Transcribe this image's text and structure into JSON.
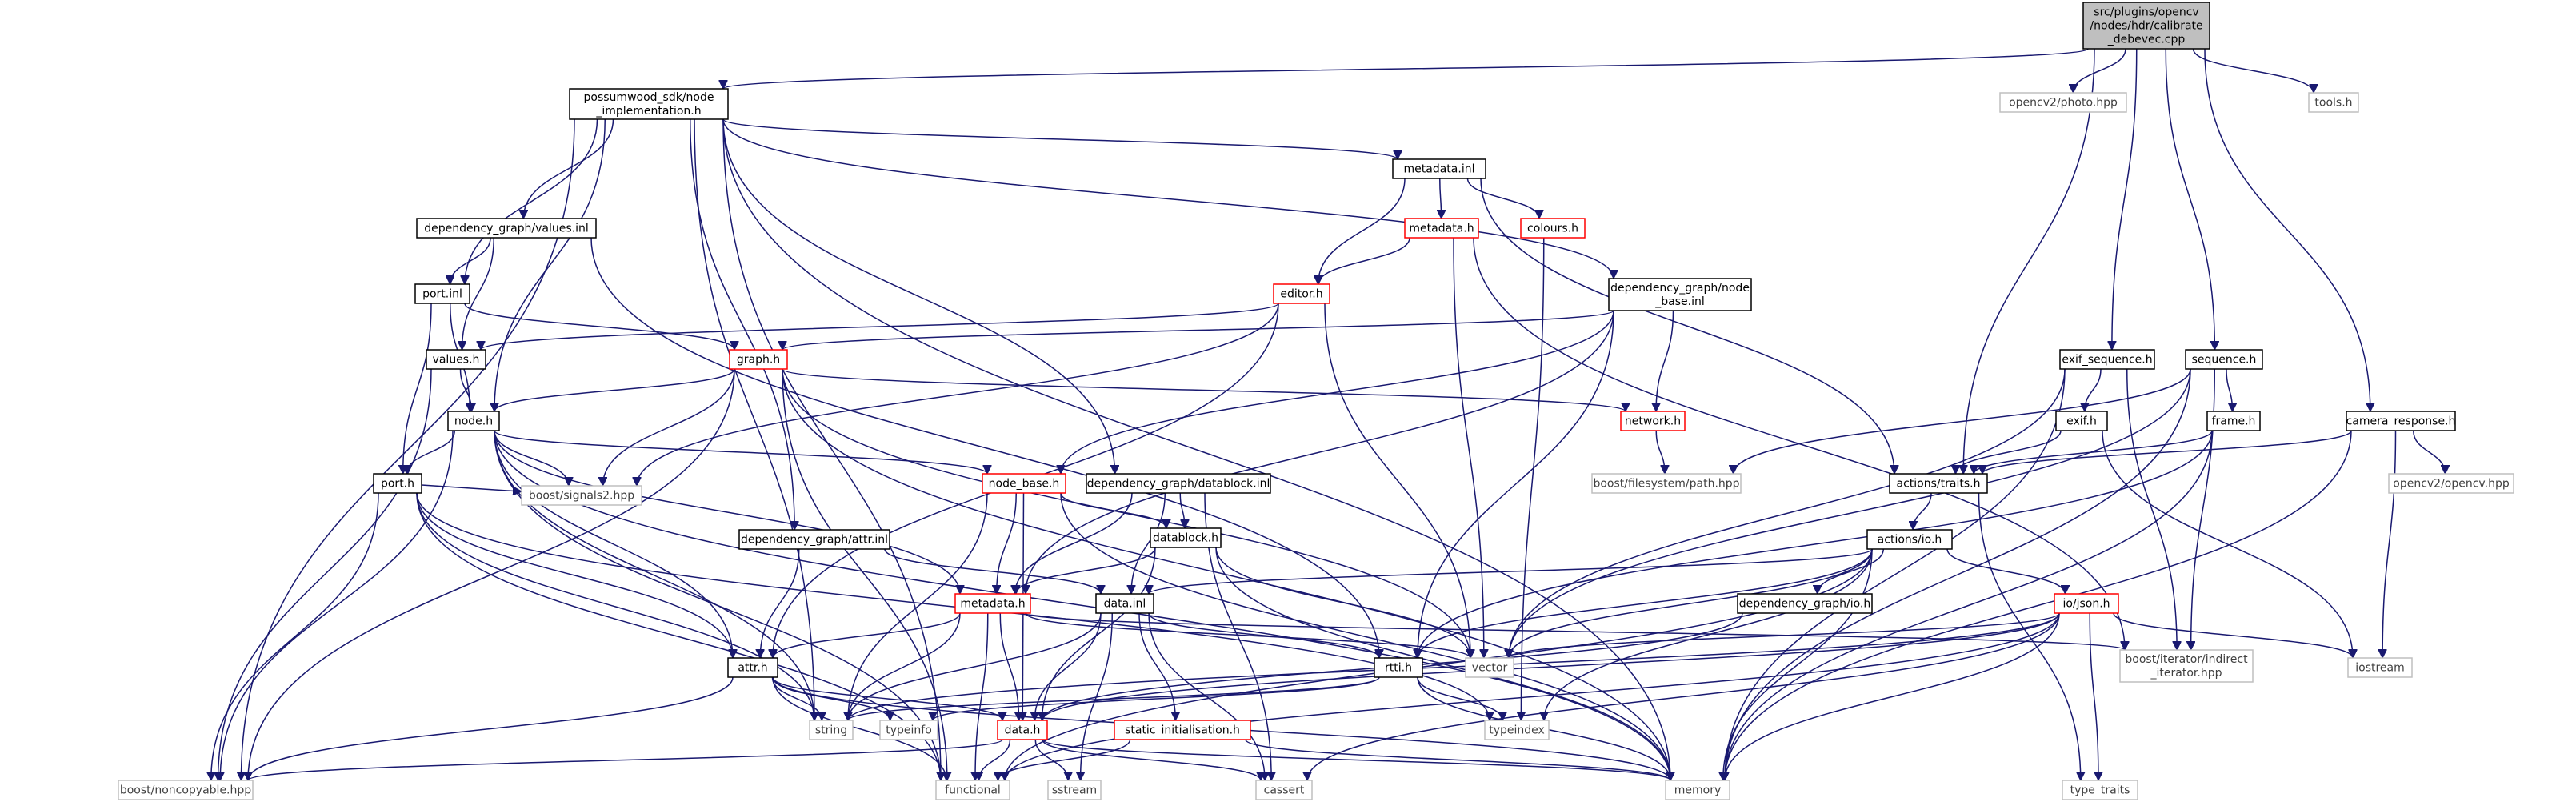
{
  "diagram": {
    "type": "include-dependency-graph",
    "colors": {
      "edge": "#191970",
      "root_fill": "#bfbfbf",
      "root_border": "#000000",
      "documented_border": "#000000",
      "truncated_border": "#ff0000",
      "external_border": "#bfbfbf",
      "external_text": "#404040",
      "text": "#000000",
      "background": "#ffffff"
    },
    "nodes": [
      {
        "id": "root",
        "kind": "root",
        "lines": [
          "src/plugins/opencv",
          "/nodes/hdr/calibrate",
          "_debevec.cpp"
        ]
      },
      {
        "id": "node_impl",
        "kind": "documented",
        "lines": [
          "possumwood_sdk/node",
          "_implementation.h"
        ]
      },
      {
        "id": "photo_hpp",
        "kind": "external",
        "lines": [
          "opencv2/photo.hpp"
        ]
      },
      {
        "id": "tools_h",
        "kind": "external",
        "lines": [
          "tools.h"
        ]
      },
      {
        "id": "metadata_inl",
        "kind": "documented",
        "lines": [
          "metadata.inl"
        ]
      },
      {
        "id": "dg_values_inl",
        "kind": "documented",
        "lines": [
          "dependency_graph/values.inl"
        ]
      },
      {
        "id": "metadata_h_top",
        "kind": "truncated",
        "lines": [
          "metadata.h"
        ]
      },
      {
        "id": "colours_h",
        "kind": "truncated",
        "lines": [
          "colours.h"
        ]
      },
      {
        "id": "port_inl",
        "kind": "documented",
        "lines": [
          "port.inl"
        ]
      },
      {
        "id": "editor_h",
        "kind": "truncated",
        "lines": [
          "editor.h"
        ]
      },
      {
        "id": "dg_node_base_inl",
        "kind": "documented",
        "lines": [
          "dependency_graph/node",
          "_base.inl"
        ]
      },
      {
        "id": "values_h",
        "kind": "documented",
        "lines": [
          "values.h"
        ]
      },
      {
        "id": "graph_h",
        "kind": "truncated",
        "lines": [
          "graph.h"
        ]
      },
      {
        "id": "exif_sequence_h",
        "kind": "documented",
        "lines": [
          "exif_sequence.h"
        ]
      },
      {
        "id": "sequence_h",
        "kind": "documented",
        "lines": [
          "sequence.h"
        ]
      },
      {
        "id": "node_h",
        "kind": "documented",
        "lines": [
          "node.h"
        ]
      },
      {
        "id": "network_h",
        "kind": "truncated",
        "lines": [
          "network.h"
        ]
      },
      {
        "id": "exif_h",
        "kind": "documented",
        "lines": [
          "exif.h"
        ]
      },
      {
        "id": "frame_h",
        "kind": "documented",
        "lines": [
          "frame.h"
        ]
      },
      {
        "id": "camera_response_h",
        "kind": "documented",
        "lines": [
          "camera_response.h"
        ]
      },
      {
        "id": "port_h",
        "kind": "documented",
        "lines": [
          "port.h"
        ]
      },
      {
        "id": "node_base_h",
        "kind": "truncated",
        "lines": [
          "node_base.h"
        ]
      },
      {
        "id": "dg_datablock_inl",
        "kind": "documented",
        "lines": [
          "dependency_graph/datablock.inl"
        ]
      },
      {
        "id": "fs_path_hpp",
        "kind": "external",
        "lines": [
          "boost/filesystem/path.hpp"
        ]
      },
      {
        "id": "actions_traits_h",
        "kind": "documented",
        "lines": [
          "actions/traits.h"
        ]
      },
      {
        "id": "opencv_hpp",
        "kind": "external",
        "lines": [
          "opencv2/opencv.hpp"
        ]
      },
      {
        "id": "signals2_hpp",
        "kind": "external",
        "lines": [
          "boost/signals2.hpp"
        ]
      },
      {
        "id": "datablock_h",
        "kind": "documented",
        "lines": [
          "datablock.h"
        ]
      },
      {
        "id": "dg_attr_inl",
        "kind": "documented",
        "lines": [
          "dependency_graph/attr.inl"
        ]
      },
      {
        "id": "actions_io_h",
        "kind": "documented",
        "lines": [
          "actions/io.h"
        ]
      },
      {
        "id": "metadata_h",
        "kind": "truncated",
        "lines": [
          "metadata.h"
        ]
      },
      {
        "id": "data_inl",
        "kind": "documented",
        "lines": [
          "data.inl"
        ]
      },
      {
        "id": "dg_io_h",
        "kind": "documented",
        "lines": [
          "dependency_graph/io.h"
        ]
      },
      {
        "id": "io_json_h",
        "kind": "truncated",
        "lines": [
          "io/json.h"
        ]
      },
      {
        "id": "attr_h",
        "kind": "documented",
        "lines": [
          "attr.h"
        ]
      },
      {
        "id": "rtti_h",
        "kind": "documented",
        "lines": [
          "rtti.h"
        ]
      },
      {
        "id": "vector",
        "kind": "external",
        "lines": [
          "vector"
        ]
      },
      {
        "id": "indirect_iterator",
        "kind": "external",
        "lines": [
          "boost/iterator/indirect",
          "_iterator.hpp"
        ]
      },
      {
        "id": "iostream",
        "kind": "external",
        "lines": [
          "iostream"
        ]
      },
      {
        "id": "string",
        "kind": "external",
        "lines": [
          "string"
        ]
      },
      {
        "id": "typeinfo",
        "kind": "external",
        "lines": [
          "typeinfo"
        ]
      },
      {
        "id": "data_h",
        "kind": "truncated",
        "lines": [
          "data.h"
        ]
      },
      {
        "id": "typeindex",
        "kind": "external",
        "lines": [
          "typeindex"
        ]
      },
      {
        "id": "static_init_h",
        "kind": "truncated",
        "lines": [
          "static_initialisation.h"
        ]
      },
      {
        "id": "noncopyable_hpp",
        "kind": "external",
        "lines": [
          "boost/noncopyable.hpp"
        ]
      },
      {
        "id": "functional",
        "kind": "external",
        "lines": [
          "functional"
        ]
      },
      {
        "id": "sstream",
        "kind": "external",
        "lines": [
          "sstream"
        ]
      },
      {
        "id": "cassert",
        "kind": "external",
        "lines": [
          "cassert"
        ]
      },
      {
        "id": "memory",
        "kind": "external",
        "lines": [
          "memory"
        ]
      },
      {
        "id": "type_traits",
        "kind": "external",
        "lines": [
          "type_traits"
        ]
      }
    ],
    "edges": [
      [
        "root",
        "node_impl"
      ],
      [
        "root",
        "photo_hpp"
      ],
      [
        "root",
        "tools_h"
      ],
      [
        "root",
        "exif_sequence_h"
      ],
      [
        "root",
        "sequence_h"
      ],
      [
        "root",
        "camera_response_h"
      ],
      [
        "root",
        "actions_traits_h"
      ],
      [
        "node_impl",
        "metadata_inl"
      ],
      [
        "node_impl",
        "dg_values_inl"
      ],
      [
        "node_impl",
        "port_inl"
      ],
      [
        "node_impl",
        "dg_node_base_inl"
      ],
      [
        "node_impl",
        "node_h"
      ],
      [
        "node_impl",
        "dg_datablock_inl"
      ],
      [
        "node_impl",
        "dg_attr_inl"
      ],
      [
        "node_impl",
        "noncopyable_hpp"
      ],
      [
        "node_impl",
        "functional"
      ],
      [
        "node_impl",
        "string"
      ],
      [
        "node_impl",
        "memory"
      ],
      [
        "metadata_inl",
        "metadata_h_top"
      ],
      [
        "metadata_inl",
        "colours_h"
      ],
      [
        "metadata_inl",
        "editor_h"
      ],
      [
        "metadata_inl",
        "actions_traits_h"
      ],
      [
        "metadata_h_top",
        "editor_h"
      ],
      [
        "metadata_h_top",
        "vector"
      ],
      [
        "metadata_h_top",
        "indirect_iterator"
      ],
      [
        "colours_h",
        "typeindex"
      ],
      [
        "dg_values_inl",
        "port_inl"
      ],
      [
        "dg_values_inl",
        "values_h"
      ],
      [
        "dg_values_inl",
        "rtti_h"
      ],
      [
        "port_inl",
        "graph_h"
      ],
      [
        "port_inl",
        "node_h"
      ],
      [
        "port_inl",
        "port_h"
      ],
      [
        "editor_h",
        "values_h"
      ],
      [
        "editor_h",
        "signals2_hpp"
      ],
      [
        "editor_h",
        "attr_h"
      ],
      [
        "editor_h",
        "vector"
      ],
      [
        "dg_node_base_inl",
        "graph_h"
      ],
      [
        "dg_node_base_inl",
        "network_h"
      ],
      [
        "dg_node_base_inl",
        "node_base_h"
      ],
      [
        "dg_node_base_inl",
        "metadata_h"
      ],
      [
        "dg_node_base_inl",
        "rtti_h"
      ],
      [
        "values_h",
        "node_h"
      ],
      [
        "values_h",
        "noncopyable_hpp"
      ],
      [
        "graph_h",
        "node_h"
      ],
      [
        "graph_h",
        "network_h"
      ],
      [
        "graph_h",
        "signals2_hpp"
      ],
      [
        "graph_h",
        "vector"
      ],
      [
        "graph_h",
        "noncopyable_hpp"
      ],
      [
        "graph_h",
        "functional"
      ],
      [
        "graph_h",
        "memory"
      ],
      [
        "network_h",
        "fs_path_hpp"
      ],
      [
        "node_h",
        "port_h"
      ],
      [
        "node_h",
        "node_base_h"
      ],
      [
        "node_h",
        "signals2_hpp"
      ],
      [
        "node_h",
        "metadata_h"
      ],
      [
        "node_h",
        "attr_h"
      ],
      [
        "node_h",
        "noncopyable_hpp"
      ],
      [
        "node_h",
        "functional"
      ],
      [
        "node_h",
        "memory"
      ],
      [
        "node_h",
        "string"
      ],
      [
        "port_h",
        "signals2_hpp"
      ],
      [
        "port_h",
        "attr_h"
      ],
      [
        "port_h",
        "noncopyable_hpp"
      ],
      [
        "port_h",
        "string"
      ],
      [
        "port_h",
        "typeindex"
      ],
      [
        "port_h",
        "functional"
      ],
      [
        "node_base_h",
        "datablock_h"
      ],
      [
        "node_base_h",
        "metadata_h"
      ],
      [
        "node_base_h",
        "data_h"
      ],
      [
        "node_base_h",
        "string"
      ],
      [
        "node_base_h",
        "memory"
      ],
      [
        "dg_datablock_inl",
        "datablock_h"
      ],
      [
        "dg_datablock_inl",
        "data_inl"
      ],
      [
        "dg_datablock_inl",
        "metadata_h"
      ],
      [
        "dg_datablock_inl",
        "cassert"
      ],
      [
        "dg_attr_inl",
        "attr_h"
      ],
      [
        "dg_attr_inl",
        "data_inl"
      ],
      [
        "datablock_h",
        "metadata_h"
      ],
      [
        "datablock_h",
        "data_h"
      ],
      [
        "datablock_h",
        "vector"
      ],
      [
        "datablock_h",
        "memory"
      ],
      [
        "metadata_h",
        "attr_h"
      ],
      [
        "metadata_h",
        "data_h"
      ],
      [
        "metadata_h",
        "vector"
      ],
      [
        "metadata_h",
        "string"
      ],
      [
        "metadata_h",
        "indirect_iterator"
      ],
      [
        "metadata_h",
        "functional"
      ],
      [
        "data_inl",
        "data_h"
      ],
      [
        "data_inl",
        "rtti_h"
      ],
      [
        "data_inl",
        "static_init_h"
      ],
      [
        "data_inl",
        "cassert"
      ],
      [
        "data_inl",
        "sstream"
      ],
      [
        "data_inl",
        "string"
      ],
      [
        "attr_h",
        "data_h"
      ],
      [
        "attr_h",
        "string"
      ],
      [
        "attr_h",
        "typeinfo"
      ],
      [
        "attr_h",
        "noncopyable_hpp"
      ],
      [
        "attr_h",
        "memory"
      ],
      [
        "attr_h",
        "functional"
      ],
      [
        "rtti_h",
        "string"
      ],
      [
        "rtti_h",
        "typeinfo"
      ],
      [
        "rtti_h",
        "typeindex"
      ],
      [
        "rtti_h",
        "memory"
      ],
      [
        "data_h",
        "functional"
      ],
      [
        "data_h",
        "memory"
      ],
      [
        "data_h",
        "noncopyable_hpp"
      ],
      [
        "data_h",
        "sstream"
      ],
      [
        "data_h",
        "cassert"
      ],
      [
        "static_init_h",
        "functional"
      ],
      [
        "static_init_h",
        "memory"
      ],
      [
        "exif_sequence_h",
        "exif_h"
      ],
      [
        "exif_sequence_h",
        "indirect_iterator"
      ],
      [
        "exif_sequence_h",
        "vector"
      ],
      [
        "exif_sequence_h",
        "memory"
      ],
      [
        "exif_h",
        "actions_traits_h"
      ],
      [
        "exif_h",
        "iostream"
      ],
      [
        "sequence_h",
        "frame_h"
      ],
      [
        "sequence_h",
        "fs_path_hpp"
      ],
      [
        "sequence_h",
        "indirect_iterator"
      ],
      [
        "sequence_h",
        "memory"
      ],
      [
        "sequence_h",
        "vector"
      ],
      [
        "frame_h",
        "actions_traits_h"
      ],
      [
        "frame_h",
        "rtti_h"
      ],
      [
        "frame_h",
        "memory"
      ],
      [
        "camera_response_h",
        "actions_traits_h"
      ],
      [
        "camera_response_h",
        "opencv_hpp"
      ],
      [
        "camera_response_h",
        "iostream"
      ],
      [
        "camera_response_h",
        "memory"
      ],
      [
        "actions_traits_h",
        "actions_io_h"
      ],
      [
        "actions_traits_h",
        "type_traits"
      ],
      [
        "actions_io_h",
        "data_inl"
      ],
      [
        "actions_io_h",
        "dg_io_h"
      ],
      [
        "actions_io_h",
        "io_json_h"
      ],
      [
        "actions_io_h",
        "rtti_h"
      ],
      [
        "actions_io_h",
        "vector"
      ],
      [
        "actions_io_h",
        "functional"
      ],
      [
        "actions_io_h",
        "typeindex"
      ],
      [
        "actions_io_h",
        "memory"
      ],
      [
        "dg_io_h",
        "data_h"
      ],
      [
        "io_json_h",
        "iostream"
      ],
      [
        "io_json_h",
        "vector"
      ],
      [
        "io_json_h",
        "string"
      ],
      [
        "io_json_h",
        "type_traits"
      ],
      [
        "io_json_h",
        "memory"
      ],
      [
        "io_json_h",
        "functional"
      ],
      [
        "io_json_h",
        "cassert"
      ],
      [
        "io_json_h",
        "data_h"
      ]
    ]
  }
}
